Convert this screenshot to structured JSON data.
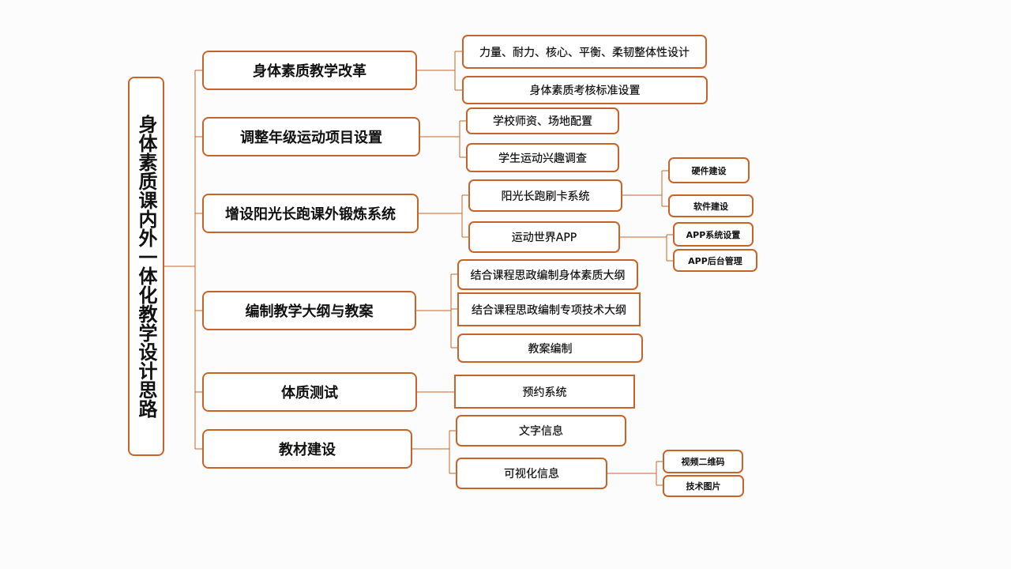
{
  "root": "身体素质课内外一体化教学设计思路",
  "branches": [
    {
      "label": "身体素质教学改革",
      "children": [
        {
          "label": "力量、耐力、核心、平衡、柔韧整体性设计"
        },
        {
          "label": "身体素质考核标准设置"
        }
      ]
    },
    {
      "label": "调整年级运动项目设置",
      "children": [
        {
          "label": "学校师资、场地配置"
        },
        {
          "label": "学生运动兴趣调查"
        }
      ]
    },
    {
      "label": "增设阳光长跑课外锻炼系统",
      "children": [
        {
          "label": "阳光长跑刷卡系统",
          "children": [
            {
              "label": "硬件建设"
            },
            {
              "label": "软件建设"
            }
          ]
        },
        {
          "label": "运动世界APP",
          "children": [
            {
              "label": "APP系统设置"
            },
            {
              "label": "APP后台管理"
            }
          ]
        }
      ]
    },
    {
      "label": "编制教学大纲与教案",
      "children": [
        {
          "label": "结合课程思政编制身体素质大纲"
        },
        {
          "label": "结合课程思政编制专项技术大纲"
        },
        {
          "label": "教案编制"
        }
      ]
    },
    {
      "label": "体质测试",
      "children": [
        {
          "label": "预约系统"
        }
      ]
    },
    {
      "label": "教材建设",
      "children": [
        {
          "label": "文字信息"
        },
        {
          "label": "可视化信息",
          "children": [
            {
              "label": "视频二维码"
            },
            {
              "label": "技术图片"
            }
          ]
        }
      ]
    }
  ],
  "colors": {
    "border": "#c8642a",
    "background": "#fcfcfc"
  }
}
